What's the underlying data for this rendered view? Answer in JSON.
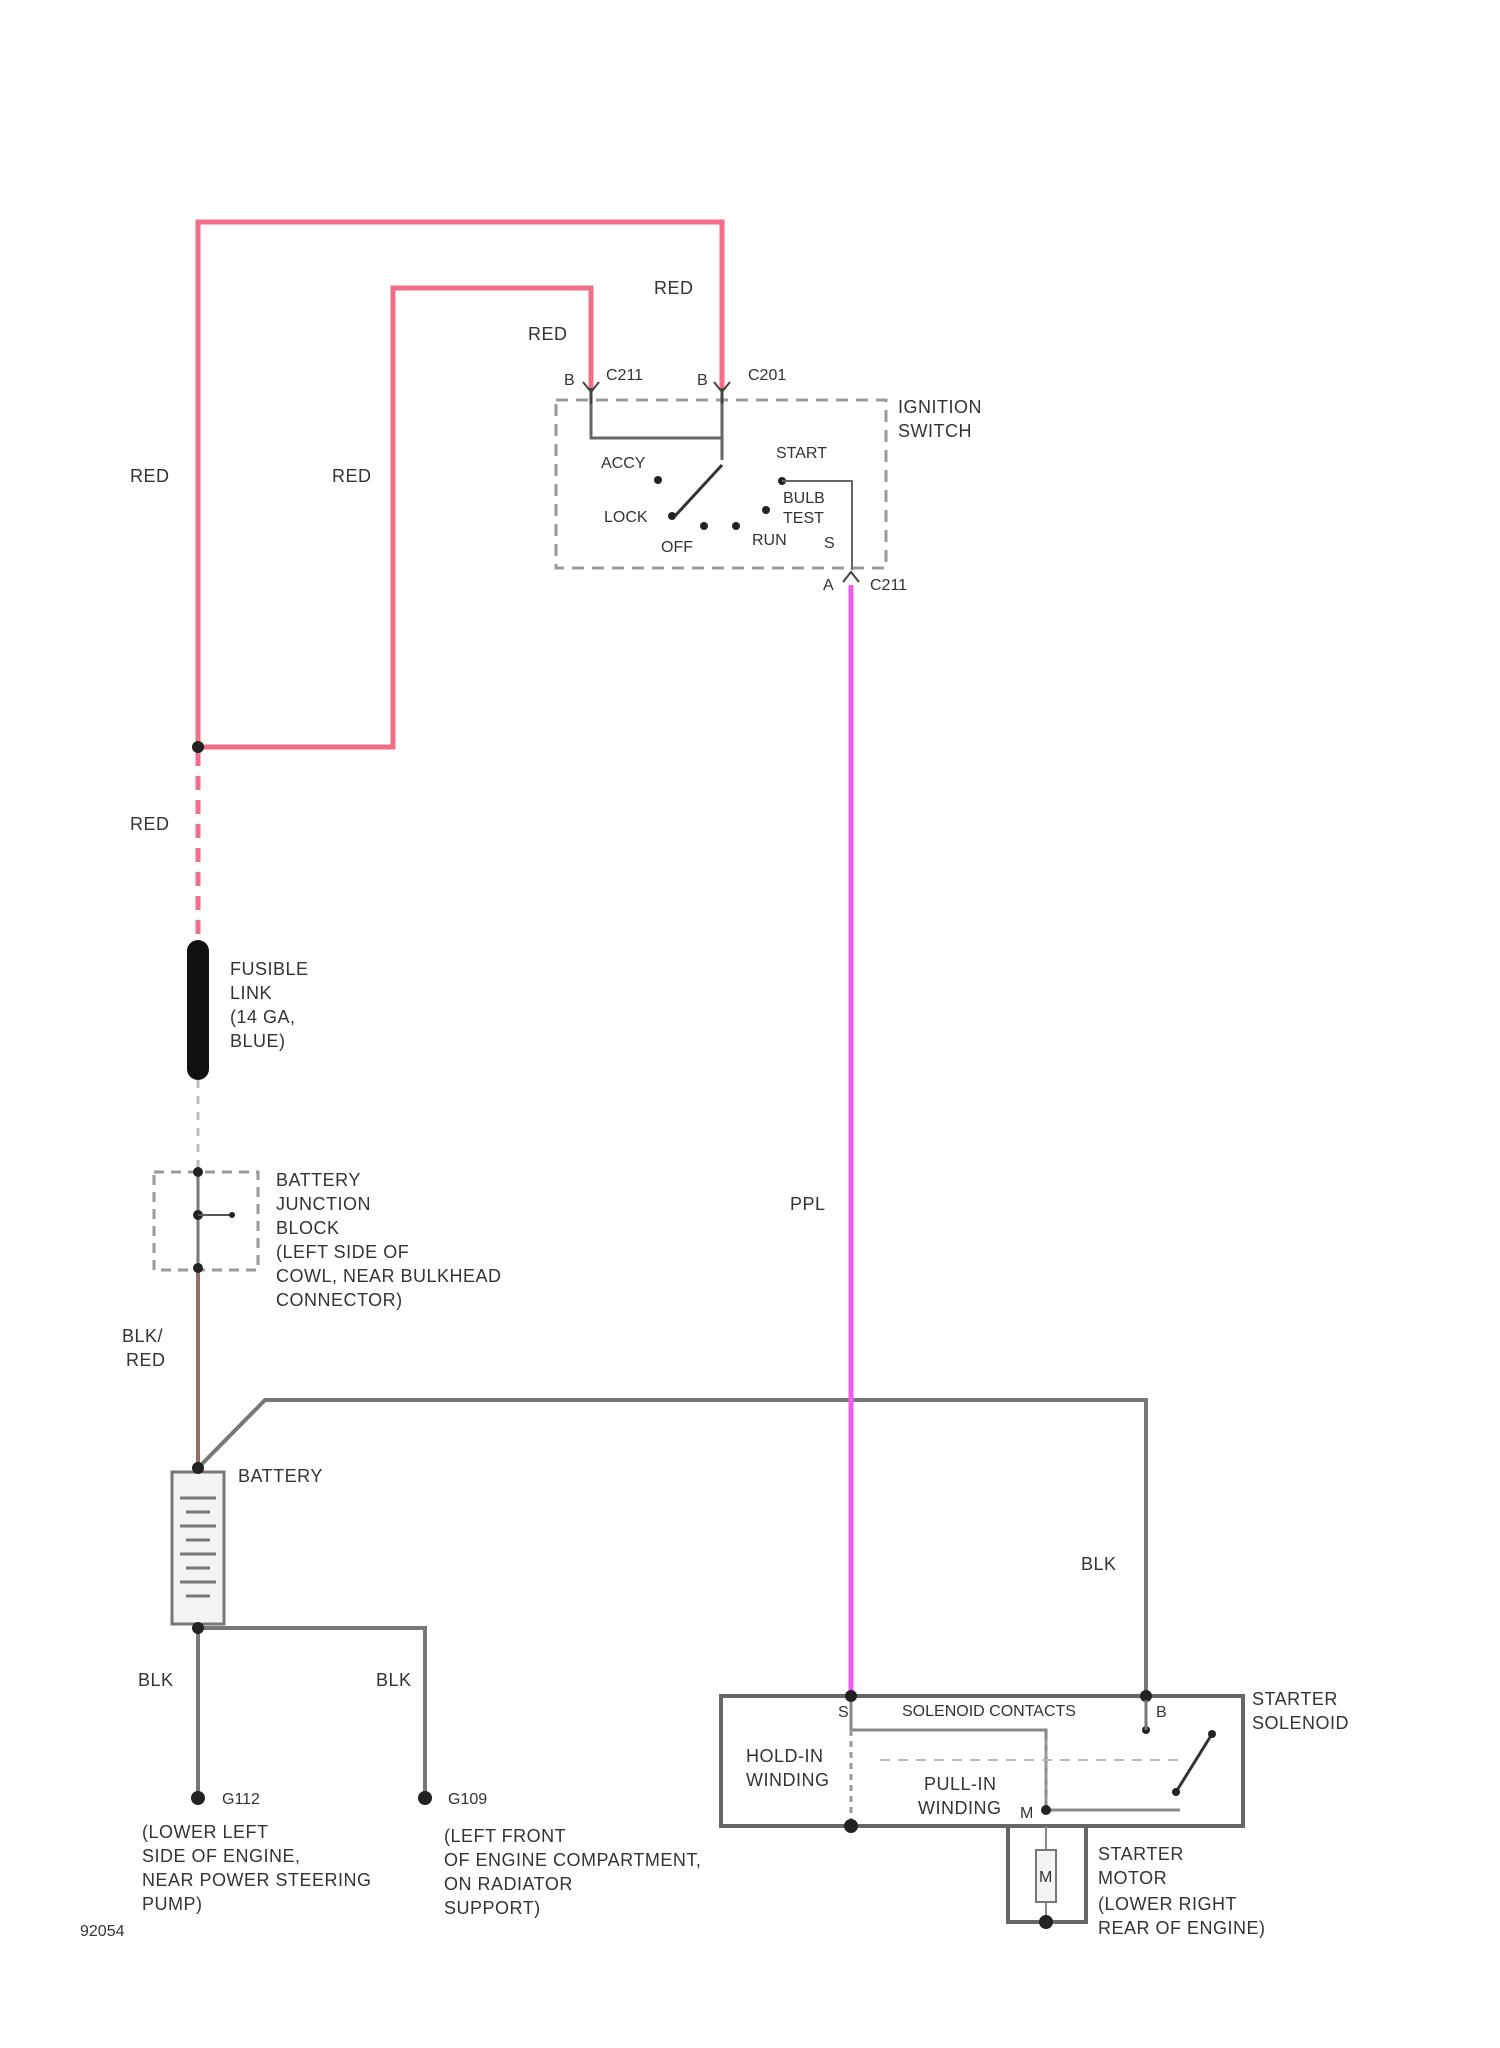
{
  "colors": {
    "red_wire": "#f26d86",
    "ppl_wire": "#ee5cee",
    "blk_wire": "#777777",
    "blk_red_wire": "#9a6a66",
    "dashed_box": "#9a9a9a",
    "component": "#222222"
  },
  "wire_labels": {
    "red_top": "RED",
    "red_inner": "RED",
    "red_left_main": "RED",
    "red_left_inner": "RED",
    "red_lower": "RED",
    "blk_red_1": "BLK/",
    "blk_red_2": "RED",
    "ppl": "PPL",
    "blk_top_right": "BLK",
    "blk_left": "BLK",
    "blk_mid": "BLK"
  },
  "ignition_switch": {
    "label_1": "IGNITION",
    "label_2": "SWITCH",
    "connector_left": "C211",
    "connector_right": "C201",
    "connector_bottom": "C211",
    "pin_left": "B",
    "pin_right": "B",
    "pin_bottom": "A",
    "pos_accy": "ACCY",
    "pos_lock": "LOCK",
    "pos_off": "OFF",
    "pos_run": "RUN",
    "pos_start": "START",
    "pos_bulb_1": "BULB",
    "pos_bulb_2": "TEST",
    "pin_s": "S"
  },
  "fusible_link": {
    "line1": "FUSIBLE",
    "line2": "LINK",
    "line3": "(14 GA,",
    "line4": "BLUE)"
  },
  "junction_block": {
    "line1": "BATTERY",
    "line2": "JUNCTION",
    "line3": "BLOCK",
    "line4": "(LEFT SIDE OF",
    "line5": "COWL, NEAR BULKHEAD",
    "line6": "CONNECTOR)"
  },
  "battery": {
    "label": "BATTERY"
  },
  "grounds": {
    "g112_id": "G112",
    "g112_line1": "(LOWER LEFT",
    "g112_line2": "SIDE OF ENGINE,",
    "g112_line3": "NEAR POWER STEERING",
    "g112_line4": "PUMP)",
    "g109_id": "G109",
    "g109_line1": "(LEFT FRONT",
    "g109_line2": "OF ENGINE COMPARTMENT,",
    "g109_line3": "ON RADIATOR",
    "g109_line4": "SUPPORT)"
  },
  "starter_solenoid": {
    "label_1": "STARTER",
    "label_2": "SOLENOID",
    "contacts": "SOLENOID CONTACTS",
    "hold_1": "HOLD-IN",
    "hold_2": "WINDING",
    "pull_1": "PULL-IN",
    "pull_2": "WINDING",
    "pin_s": "S",
    "pin_b": "B",
    "pin_m": "M"
  },
  "starter_motor": {
    "symbol": "M",
    "line1": "STARTER",
    "line2": "MOTOR",
    "line3": "(LOWER RIGHT",
    "line4": "REAR OF ENGINE)"
  },
  "figure_id": "92054"
}
